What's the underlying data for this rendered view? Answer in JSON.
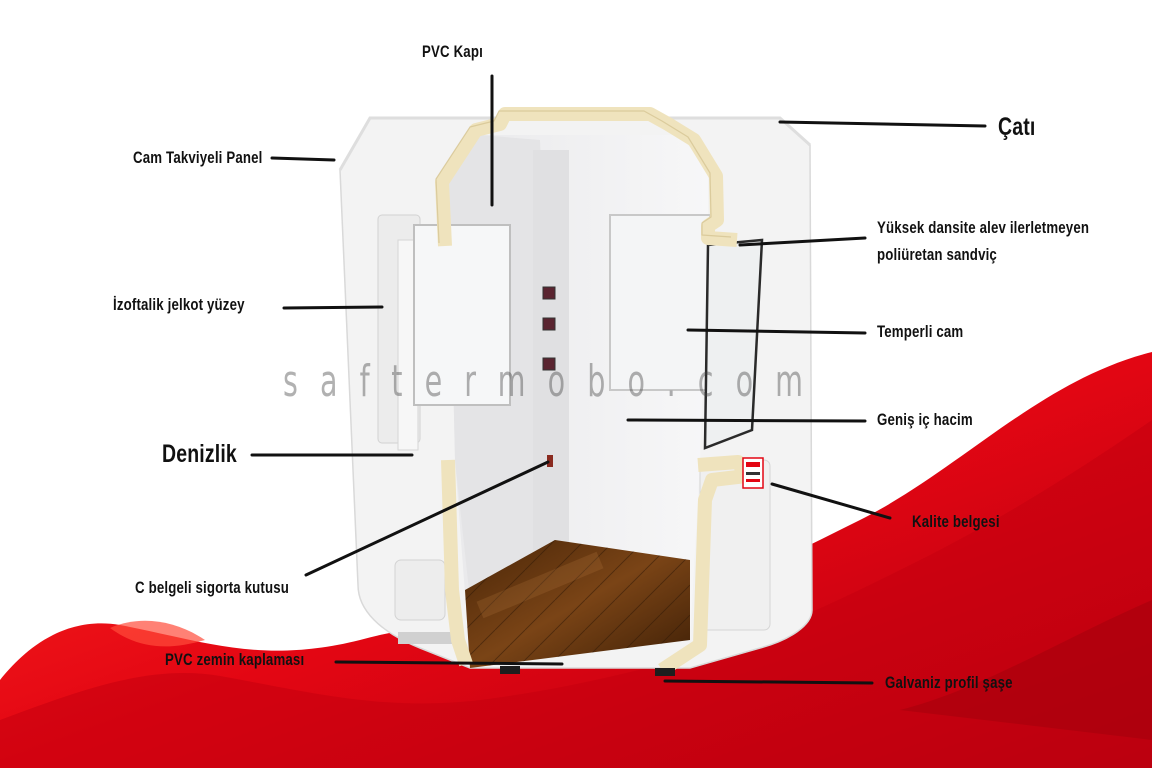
{
  "labels": {
    "pvc_kapi": "PVC Kapı",
    "cati": "Çatı",
    "cam_takviyeli_panel": "Cam Takviyeli Panel",
    "sandvic_line1": "Yüksek dansite alev ilerletmeyen",
    "sandvic_line2": "poliüretan sandviç",
    "izoftalik": "İzoftalik jelkot yüzey",
    "temperli_cam": "Temperli cam",
    "genis_ic_hacim": "Geniş iç hacim",
    "denizlik": "Denizlik",
    "kalite_belgesi": "Kalite belgesi",
    "sigorta_kutusu": "C belgeli sigorta kutusu",
    "zemin": "PVC zemin kaplaması",
    "sase": "Galvaniz profil şaşe"
  },
  "watermark": "saftermobo.com",
  "colors": {
    "accent_red": "#e30613",
    "panel_white": "#f2f2f0",
    "insulation": "#efe3bd",
    "floor_wood": "#6b3a12"
  }
}
